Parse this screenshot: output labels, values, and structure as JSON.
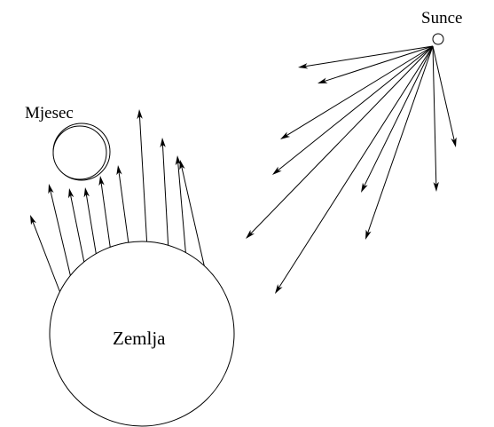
{
  "labels": {
    "sun": "Sunce",
    "moon": "Mjesec",
    "earth": "Zemlja"
  },
  "colors": {
    "background": "#ffffff",
    "ink": "#000000"
  }
}
